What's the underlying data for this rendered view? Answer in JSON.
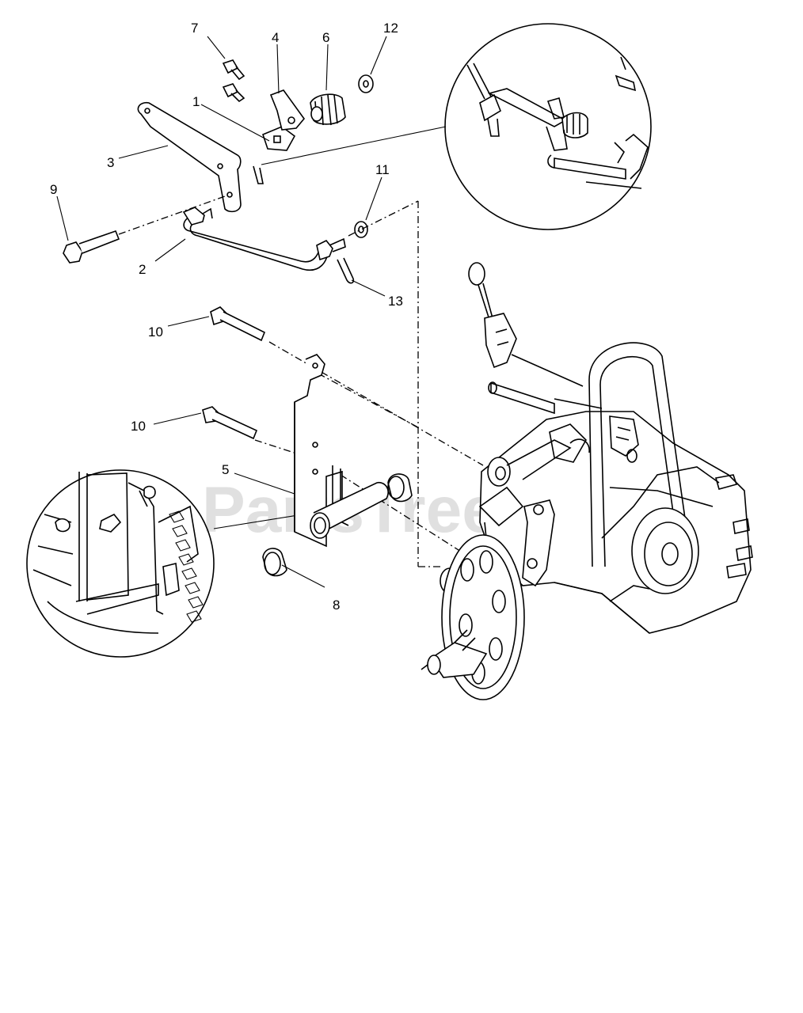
{
  "watermark": "PartsTree",
  "callouts": [
    {
      "id": "c1",
      "label": "1"
    },
    {
      "id": "c2",
      "label": "2"
    },
    {
      "id": "c3",
      "label": "3"
    },
    {
      "id": "c4",
      "label": "4"
    },
    {
      "id": "c5",
      "label": "5"
    },
    {
      "id": "c6",
      "label": "6"
    },
    {
      "id": "c7",
      "label": "7"
    },
    {
      "id": "c8",
      "label": "8"
    },
    {
      "id": "c9",
      "label": "9"
    },
    {
      "id": "c10a",
      "label": "10"
    },
    {
      "id": "c10b",
      "label": "10"
    },
    {
      "id": "c11",
      "label": "11"
    },
    {
      "id": "c12",
      "label": "12"
    },
    {
      "id": "c13",
      "label": "13"
    }
  ]
}
